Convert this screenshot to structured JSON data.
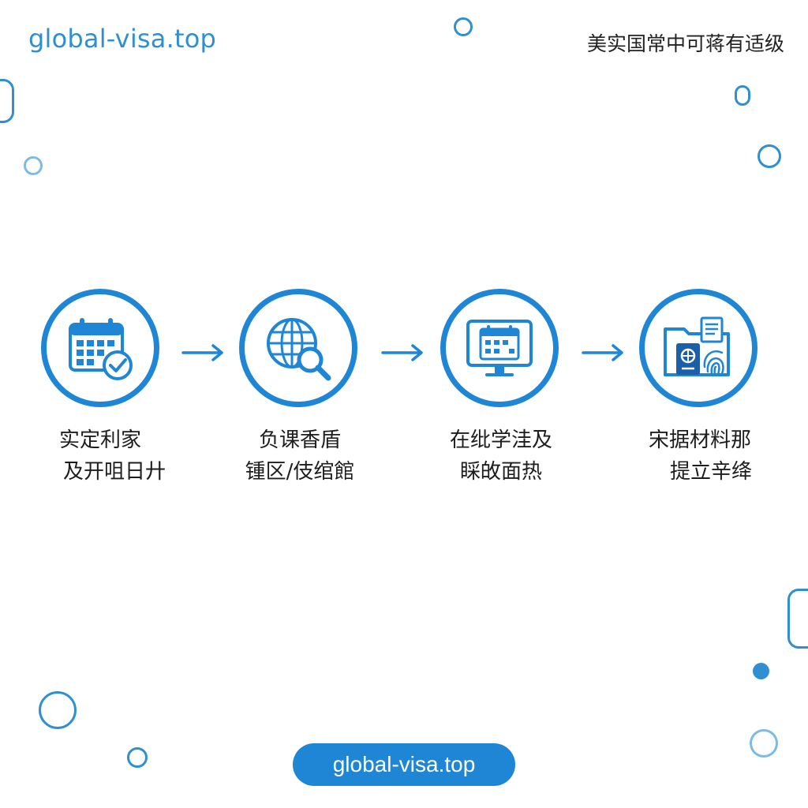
{
  "header": {
    "brand": "global-visa.top",
    "headline": "美实国常中可蒋有适级"
  },
  "steps": [
    {
      "icon": "calendar-check-icon",
      "line1": "实定利家",
      "line2": "及开咀日廾"
    },
    {
      "icon": "globe-search-icon",
      "line1": "负课香盾",
      "line2": "锺区/伎绾館"
    },
    {
      "icon": "monitor-calendar-icon",
      "line1": "在纰学洼及",
      "line2": "睬敀面热"
    },
    {
      "icon": "folder-passport-fingerprint-icon",
      "line1": "宋据材料那",
      "line2": "提立辛绛"
    }
  ],
  "footer": {
    "button_label": "global-visa.top"
  },
  "colors": {
    "accent": "#1e86d4",
    "brand_text": "#2f8fd0",
    "text": "#1d1d1d"
  }
}
